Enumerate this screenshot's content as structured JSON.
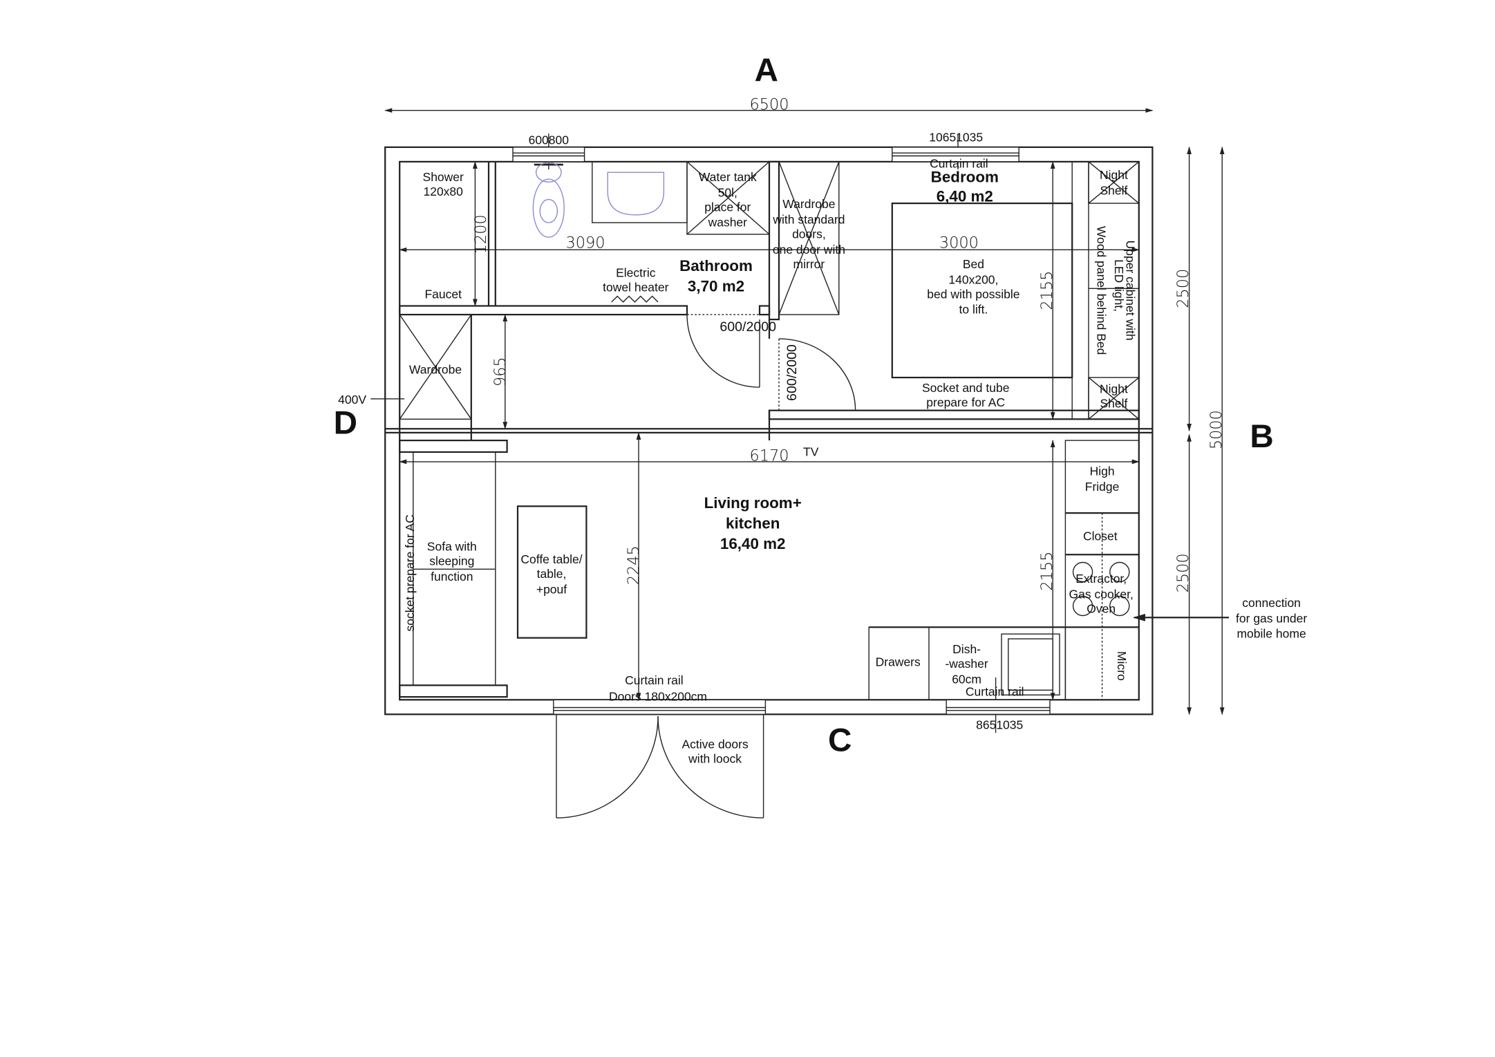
{
  "sides": {
    "a": "A",
    "b": "B",
    "c": "C",
    "d": "D"
  },
  "dimensions": {
    "total_width": "6500",
    "total_depth": "5000",
    "half_depth_top": "2500",
    "half_depth_bottom": "2500",
    "bathroom_width": "3090",
    "bedroom_width": "3000",
    "shower_depth": "1200",
    "hall_depth": "965",
    "living_width": "6170",
    "living_depth": "2245",
    "bedroom_depth": "2155",
    "kitchen_depth": "2155",
    "bath_door": "600/2000",
    "bed_door": "600/2000",
    "window_bath": "600800",
    "window_bed": "10651035",
    "window_kitchen": "8651035"
  },
  "rooms": {
    "bathroom": {
      "name": "Bathroom",
      "area": "3,70 m2"
    },
    "bedroom": {
      "name": "Bedroom",
      "area": "6,40 m2"
    },
    "living": {
      "name_lines": [
        "Living room+",
        "kitchen"
      ],
      "area": "16,40 m2"
    }
  },
  "labels": {
    "shower": [
      "Shower",
      "120x80"
    ],
    "faucet": "Faucet",
    "towel_heater": [
      "Electric",
      "towel heater"
    ],
    "water_tank": [
      "Water tank",
      "50l,",
      "place for",
      "washer"
    ],
    "wardrobe_bed": [
      "Wardrobe",
      "with standard",
      "doors,",
      "one door with",
      "mirror"
    ],
    "curtain_rail_bed": "Curtain rail",
    "bed": [
      "Bed",
      "140x200,",
      "bed with possible",
      "to lift."
    ],
    "night_shelf_top": [
      "Night",
      "Shelf"
    ],
    "night_shelf_bottom": [
      "Night",
      "Shelf"
    ],
    "upper_cabinet": [
      "Upper cabinet with",
      "LED light,"
    ],
    "wood_panel": "Wood panel behind Bed",
    "socket_tube": [
      "Socket and tube",
      "prepare for AC"
    ],
    "wardrobe_hall": "Wardrobe",
    "voltage": "400V",
    "tv": "TV",
    "socket_ac": "socket prepare for AC",
    "sofa": [
      "Sofa with",
      "sleeping",
      "function"
    ],
    "coffee_table": [
      "Coffe table/",
      "table,",
      "+pouf"
    ],
    "high_fridge": [
      "High",
      "Fridge"
    ],
    "closet": "Closet",
    "cooker": [
      "Extractor,",
      "Gas cooker,",
      "Oven"
    ],
    "micro": "Micro",
    "drawers": "Drawers",
    "dishwasher": [
      "Dish-",
      "-washer",
      "60cm"
    ],
    "curtain_rail_kitchen": "Curtain rail",
    "curtain_rail_living": "Curtain rail",
    "doors_size": "Doors 180x200cm",
    "active_doors": [
      "Active doors",
      "with loock"
    ],
    "gas_connection": [
      "connection",
      "for gas under",
      "mobile home"
    ]
  }
}
